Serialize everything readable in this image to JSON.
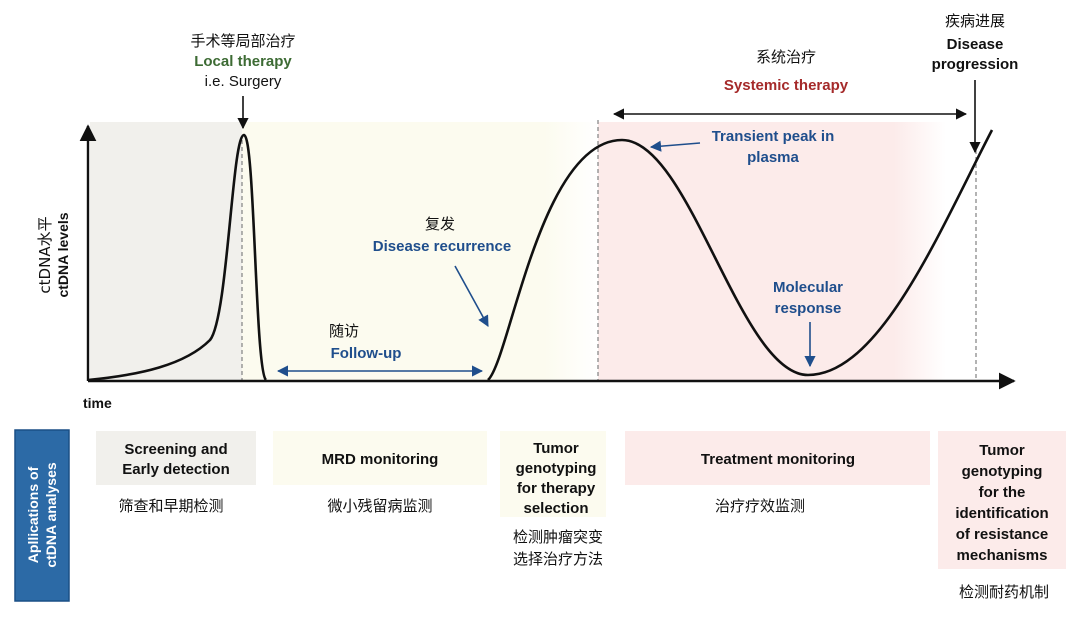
{
  "colors": {
    "axis": "#111111",
    "curve": "#111111",
    "green": "#3d6b34",
    "red": "#a52a2a",
    "blue": "#1f4e8c",
    "dashed": "#8a8a8a",
    "bg_screening": "#f1f0ec",
    "bg_followup": "#fcfbef",
    "bg_systemic": "#fcebea",
    "applications_box": "#2c6aa6"
  },
  "y_axis": {
    "label_cn": "ctDNA水平",
    "label_en": "ctDNA levels"
  },
  "x_axis": {
    "label": "time"
  },
  "annotations": {
    "local": {
      "cn": "手术等局部治疗",
      "title": "Local therapy",
      "sub": "i.e. Surgery"
    },
    "systemic": {
      "cn": "系统治疗",
      "title": "Systemic therapy"
    },
    "progression": {
      "cn": "疾病进展",
      "line1": "Disease",
      "line2": "progression"
    },
    "peak": {
      "line1": "Transient peak in",
      "line2": "plasma"
    },
    "recurrence": {
      "cn": "复发",
      "title": "Disease recurrence"
    },
    "followup": {
      "cn": "随访",
      "title": "Follow-up"
    },
    "response": {
      "line1": "Molecular",
      "line2": "response"
    }
  },
  "applications": {
    "title_line1": "Apllications of",
    "title_line2": "ctDNA analyses",
    "screening": {
      "line1": "Screening and",
      "line2": "Early detection",
      "cn": "筛查和早期检测"
    },
    "mrd": {
      "title": "MRD monitoring",
      "cn": "微小残留病监测"
    },
    "genotyping": {
      "line1": "Tumor",
      "line2": "genotyping",
      "line3": "for therapy",
      "line4": "selection",
      "cn1": "检测肿瘤突变",
      "cn2": "选择治疗方法"
    },
    "treatment": {
      "title": "Treatment monitoring",
      "cn": "治疗疗效监测"
    },
    "resistance": {
      "line1": "Tumor",
      "line2": "genotyping",
      "line3": "for the",
      "line4": "identification",
      "line5": "of resistance",
      "line6": "mechanisms",
      "cn": "检测耐药机制"
    }
  }
}
